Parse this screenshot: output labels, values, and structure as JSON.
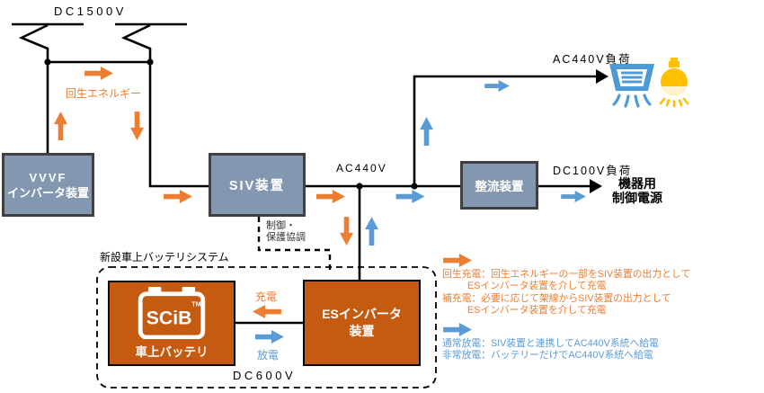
{
  "colors": {
    "orange": "#ED7D31",
    "blue": "#5B9BD5",
    "box_gray": "#8497B0",
    "box_border": "#404040",
    "box_orange": "#C55A11",
    "line_black": "#000000",
    "bulb_yellow": "#FFC000",
    "bulb_cream": "#FFF2CC",
    "ac_blue": "#4D9AD8"
  },
  "labels": {
    "dc1500v": "DC1500V",
    "regen_energy": "回生エネルギー",
    "ac440v": "AC440V",
    "ac440v_load": "AC440V負荷",
    "dc100v_load": "DC100V負荷",
    "equip_line1": "機器用",
    "equip_line2": "制御電源",
    "battery_system": "新設車上バッテリシステム",
    "dc600v": "DC600V",
    "charge": "充電",
    "discharge": "放電",
    "control_line1": "制御・",
    "control_line2": "保護協調"
  },
  "boxes": {
    "vvvf": {
      "line1": "VVVF",
      "line2": "インバータ装置"
    },
    "siv": {
      "label": "SIV装置"
    },
    "rectifier": {
      "label": "整流装置"
    },
    "battery": {
      "brand": "SCiB",
      "tm": "TM",
      "label": "車上バッテリ"
    },
    "es_inverter": {
      "line1": "ESインバータ",
      "line2": "装置"
    }
  },
  "legend": {
    "charge_lines": [
      "回生充電：回生エネルギーの一部をSIV装置の出力として",
      "ESインバータ装置を介して充電",
      "補充電：必要に応じて架線からSIV装置の出力として",
      "ESインバータ装置を介して充電"
    ],
    "discharge_lines": [
      "通常放電：SIV装置と連携してAC440V系統へ給電",
      "非常放電：バッテリーだけでAC440V系統へ給電"
    ]
  },
  "icons": {
    "pantograph": "pantograph-icon",
    "air_conditioner": "air-conditioner-icon",
    "light_bulb": "light-bulb-icon",
    "battery": "battery-icon"
  }
}
